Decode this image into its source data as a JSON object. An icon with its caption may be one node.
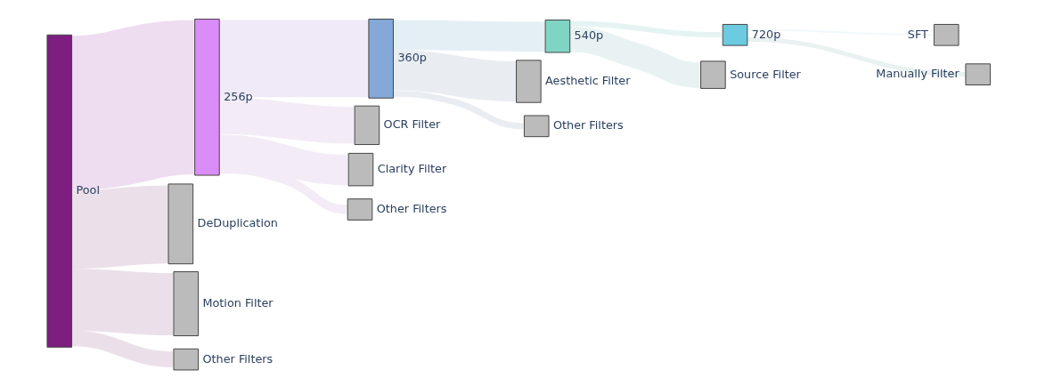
{
  "diagram": {
    "nodes": [
      {
        "text": [
          "Pool"
        ]
      },
      {
        "text": [
          "256p"
        ]
      },
      {
        "text": [
          "DeDuplication"
        ]
      },
      {
        "text": [
          "Motion Filter"
        ]
      },
      {
        "text": [
          "Other Filters"
        ]
      },
      {
        "text": [
          "360p"
        ]
      },
      {
        "text": [
          "OCR Filter"
        ]
      },
      {
        "text": [
          "Clarity Filter"
        ]
      },
      {
        "text": [
          "Other Filters"
        ]
      },
      {
        "text": [
          "540p"
        ]
      },
      {
        "text": [
          "Aesthetic Filter"
        ]
      },
      {
        "text": [
          "Other Filters"
        ]
      },
      {
        "text": [
          "720p"
        ]
      },
      {
        "text": [
          "Source Filter"
        ]
      },
      {
        "text": [
          "SFT"
        ]
      },
      {
        "text": [
          "Manually Filter"
        ]
      }
    ],
    "edges": [
      {
        "from": 0,
        "to": 1,
        "arrow": "none",
        "style": "thick",
        "color": "#eedcf0"
      },
      {
        "from": 0,
        "to": 2,
        "arrow": "none",
        "style": "thick",
        "color": "#ebe0ea"
      },
      {
        "from": 0,
        "to": 3,
        "arrow": "none",
        "style": "thick",
        "color": "#ebe0ea"
      },
      {
        "from": 0,
        "to": 4,
        "arrow": "none",
        "color": "#ebe0ea"
      },
      {
        "from": 1,
        "to": 5,
        "arrow": "none",
        "style": "thick",
        "color": "#efe9f8"
      },
      {
        "from": 1,
        "to": 6,
        "arrow": "none",
        "color": "#f3ecf6"
      },
      {
        "from": 1,
        "to": 7,
        "arrow": "none",
        "color": "#f3ecf6"
      },
      {
        "from": 1,
        "to": 8,
        "arrow": "none",
        "color": "#f3ecf6"
      },
      {
        "from": 5,
        "to": 9,
        "arrow": "none",
        "color": "#e4eff5"
      },
      {
        "from": 5,
        "to": 10,
        "arrow": "none",
        "color": "#e9edf2"
      },
      {
        "from": 5,
        "to": 11,
        "arrow": "none",
        "color": "#e9edf2"
      },
      {
        "from": 9,
        "to": 12,
        "arrow": "none",
        "color": "#e5f3f3"
      },
      {
        "from": 9,
        "to": 13,
        "arrow": "none",
        "color": "#e9f2f2"
      },
      {
        "from": 12,
        "to": 14,
        "arrow": "none",
        "color": "#f0f8fb"
      },
      {
        "from": 12,
        "to": 15,
        "arrow": "none",
        "color": "#e9f1f1"
      }
    ]
  }
}
